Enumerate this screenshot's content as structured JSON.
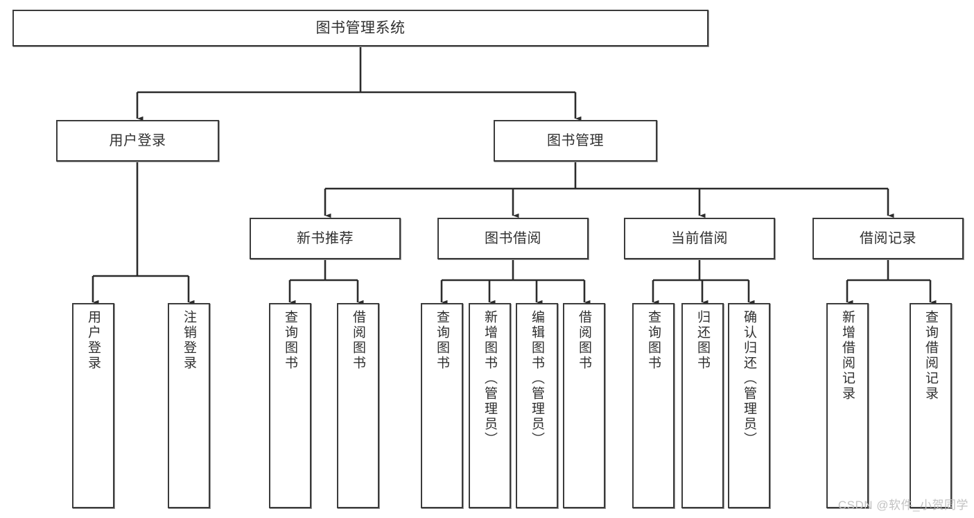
{
  "diagram": {
    "type": "tree",
    "title": "图书管理系统",
    "orientation": "top-down",
    "background_color": "#ffffff",
    "border_color": "#3b3b3b",
    "text_color": "#2f2f2f"
  },
  "nodes": {
    "root": {
      "label": "图书管理系统"
    },
    "level1": [
      {
        "label": "用户登录"
      },
      {
        "label": "图书管理"
      }
    ],
    "level2": [
      {
        "label": "新书推荐"
      },
      {
        "label": "图书借阅"
      },
      {
        "label": "当前借阅"
      },
      {
        "label": "借阅记录"
      }
    ],
    "leaves": {
      "user_login": [
        {
          "label": "用户登录"
        },
        {
          "label": "注销登录"
        }
      ],
      "new_book_recommend": [
        {
          "label": "查询图书"
        },
        {
          "label": "借阅图书"
        }
      ],
      "book_borrow": [
        {
          "label": "查询图书"
        },
        {
          "label": "新增图书（管理员）"
        },
        {
          "label": "编辑图书（管理员）"
        },
        {
          "label": "借阅图书"
        }
      ],
      "current_borrow": [
        {
          "label": "查询图书"
        },
        {
          "label": "归还图书"
        },
        {
          "label": "确认归还（管理员）"
        }
      ],
      "borrow_record": [
        {
          "label": "新增借阅记录"
        },
        {
          "label": "查询借阅记录"
        }
      ]
    }
  },
  "watermark": {
    "text": "CSDN @软件_小贺同学"
  }
}
